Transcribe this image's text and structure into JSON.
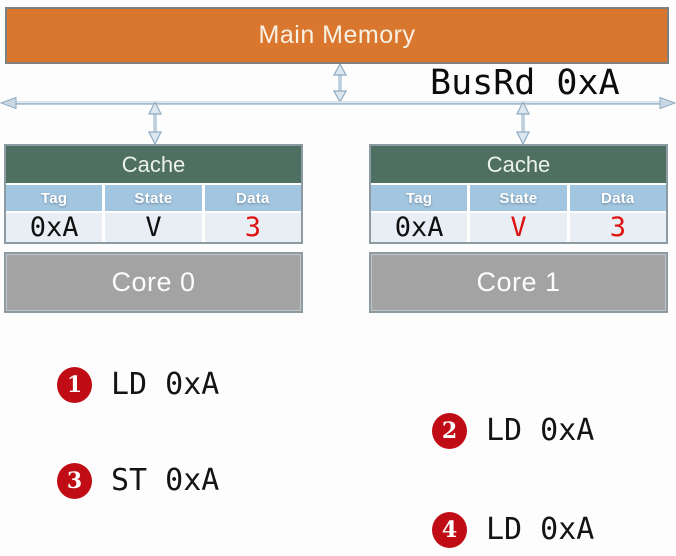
{
  "memory": {
    "label": "Main Memory"
  },
  "bus": {
    "label": "BusRd 0xA"
  },
  "caches": [
    {
      "title": "Cache",
      "columns": [
        "Tag",
        "State",
        "Data"
      ],
      "row": [
        {
          "value": "0xA",
          "red": false
        },
        {
          "value": "V",
          "red": false
        },
        {
          "value": "3",
          "red": true
        }
      ]
    },
    {
      "title": "Cache",
      "columns": [
        "Tag",
        "State",
        "Data"
      ],
      "row": [
        {
          "value": "0xA",
          "red": false
        },
        {
          "value": "V",
          "red": true
        },
        {
          "value": "3",
          "red": true
        }
      ]
    }
  ],
  "cores": [
    {
      "label": "Core 0"
    },
    {
      "label": "Core 1"
    }
  ],
  "operations": [
    {
      "number": "1",
      "instruction": "LD 0xA"
    },
    {
      "number": "2",
      "instruction": "LD 0xA"
    },
    {
      "number": "3",
      "instruction": "ST 0xA"
    },
    {
      "number": "4",
      "instruction": "LD 0xA"
    }
  ],
  "colors": {
    "memory_orange": "#d9772f",
    "cache_header_green": "#4e6f61",
    "column_header_blue": "#a3c6e0",
    "row_background": "#e9eef5",
    "core_gray": "#a3a3a3",
    "highlight_red": "#dd1210",
    "badge_red": "#c00d15",
    "arrow_steel": "#8fabc2"
  }
}
